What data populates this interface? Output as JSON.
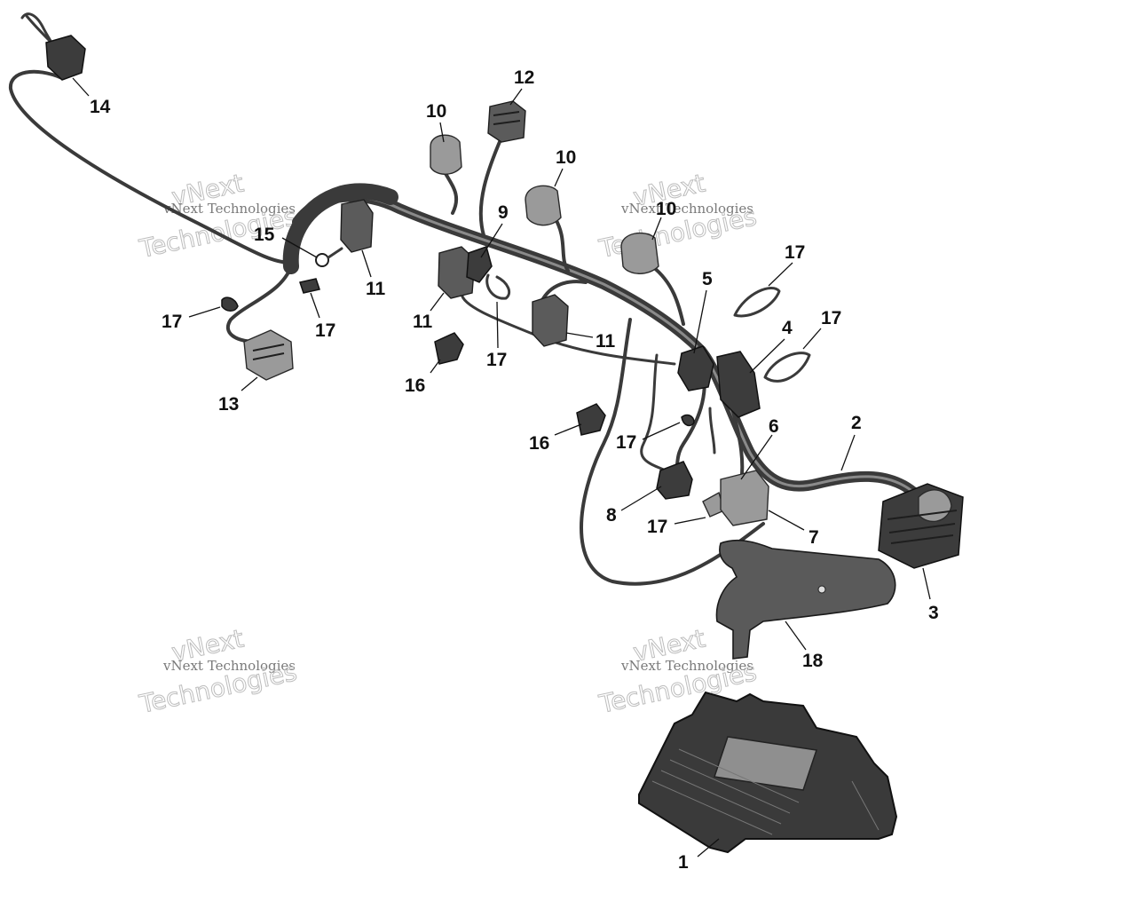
{
  "callouts": {
    "c1": "1",
    "c2": "2",
    "c3": "3",
    "c4": "4",
    "c5": "5",
    "c6": "6",
    "c7": "7",
    "c8": "8",
    "c9": "9",
    "c10a": "10",
    "c10b": "10",
    "c10c": "10",
    "c11a": "11",
    "c11b": "11",
    "c11c": "11",
    "c12": "12",
    "c13": "13",
    "c14": "14",
    "c15": "15",
    "c16a": "16",
    "c16b": "16",
    "c17a": "17",
    "c17b": "17",
    "c17c": "17",
    "c17d": "17",
    "c17e": "17",
    "c17f": "17",
    "c17g": "17",
    "c18": "18"
  },
  "watermark": {
    "line1": "vNext",
    "line2": "vNext Technologies",
    "line3": "Technologies"
  }
}
